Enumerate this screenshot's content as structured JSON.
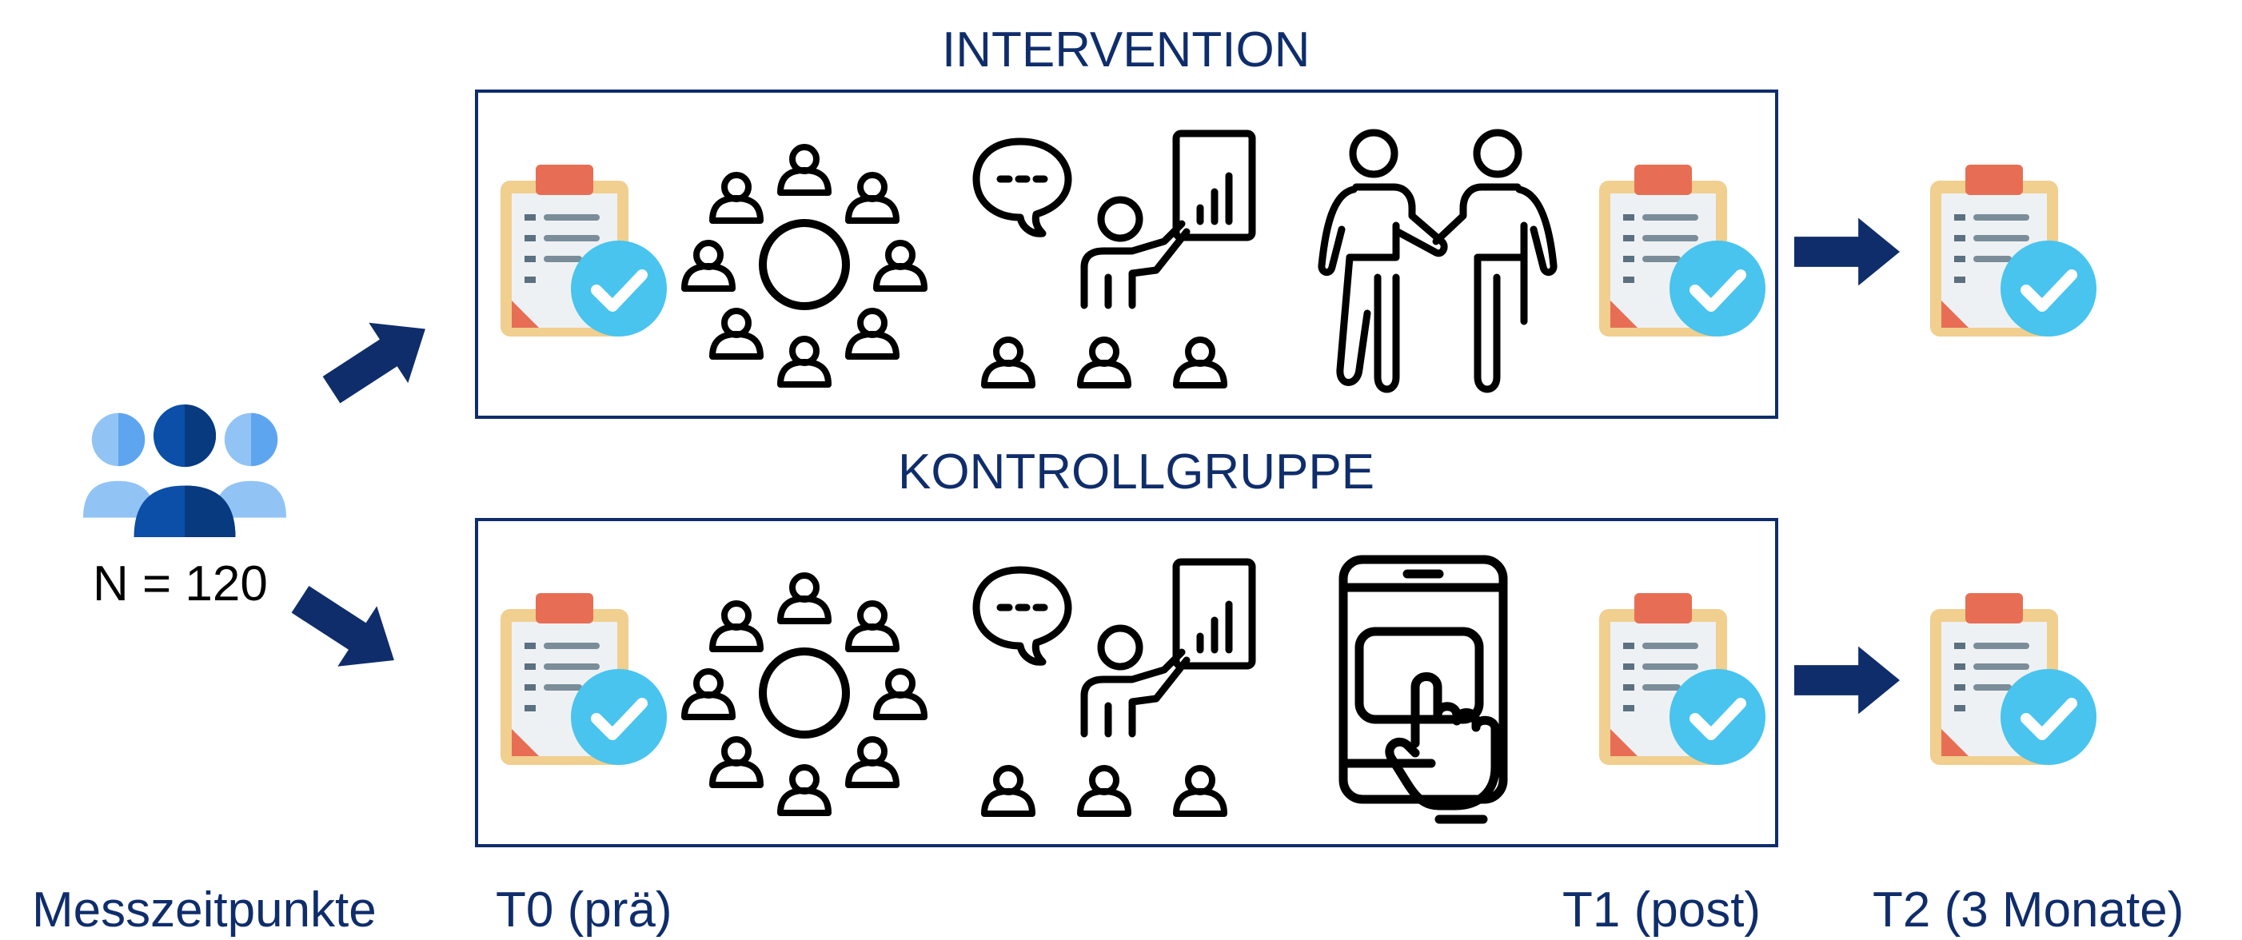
{
  "groups": {
    "intervention": "INTERVENTION",
    "control": "KONTROLLGRUPPE"
  },
  "sample": {
    "count_label": "N = 120"
  },
  "timepoints": {
    "heading": "Messzeitpunkte",
    "t0": "T0 (prä)",
    "t1": "T1 (post)",
    "t2": "T2 (3 Monate)"
  },
  "colors": {
    "navy": "#0f2d6b",
    "clipboard_body": "#f0cf8f",
    "clipboard_clip": "#e76e55",
    "check_circle": "#48c4ee",
    "people_light": "#92c3f5",
    "people_dark": "#0b4fa8"
  },
  "icons": {
    "questionnaire": "clipboard-check-icon",
    "group_circle": "group-circle-icon",
    "presentation": "presentation-icon",
    "handshake": "handshake-icon",
    "tablet_touch": "tablet-touch-icon",
    "participants": "people-group-icon",
    "arrow": "arrow-icon"
  }
}
